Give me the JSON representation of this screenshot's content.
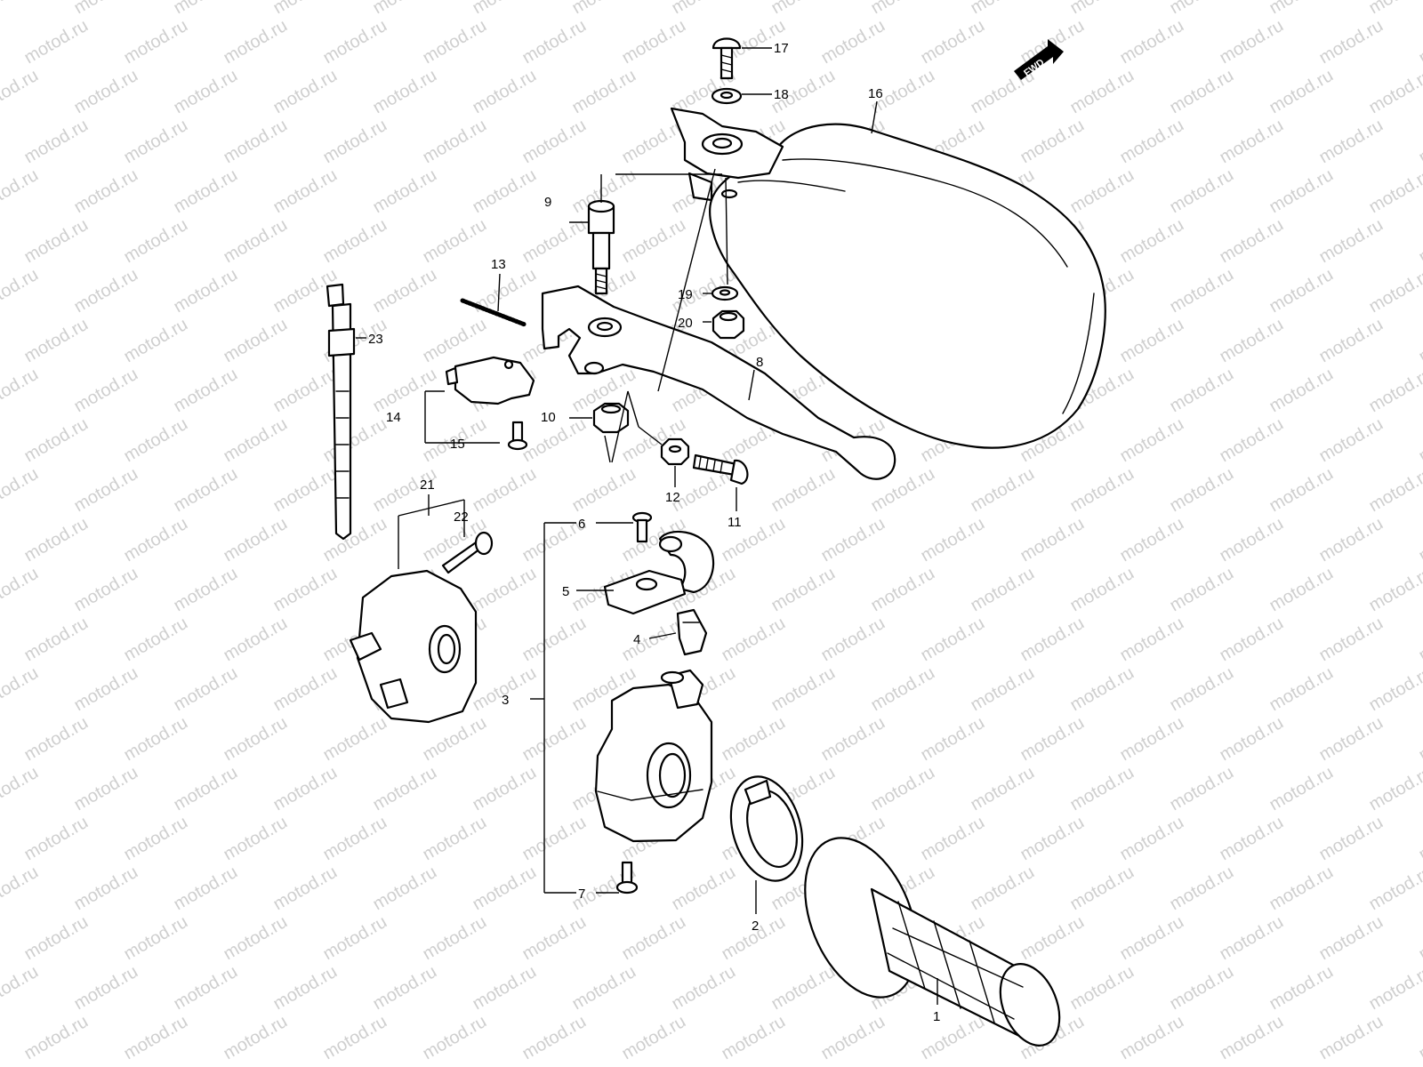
{
  "watermark": {
    "text": "motod.ru",
    "color": "#cfcfcf"
  },
  "direction_badge": {
    "label": "FWD",
    "icon": "forward-arrow-icon"
  },
  "callouts": {
    "p1": "1",
    "p2": "2",
    "p3": "3",
    "p4": "4",
    "p5": "5",
    "p6": "6",
    "p7": "7",
    "p8": "8",
    "p9": "9",
    "p10": "10",
    "p11": "11",
    "p12": "12",
    "p13": "13",
    "p14": "14",
    "p15": "15",
    "p16": "16",
    "p17": "17",
    "p18": "18",
    "p19": "19",
    "p20": "20",
    "p21": "21",
    "p22": "22",
    "p23": "23"
  },
  "colors": {
    "line": "#000000",
    "background": "#ffffff"
  }
}
